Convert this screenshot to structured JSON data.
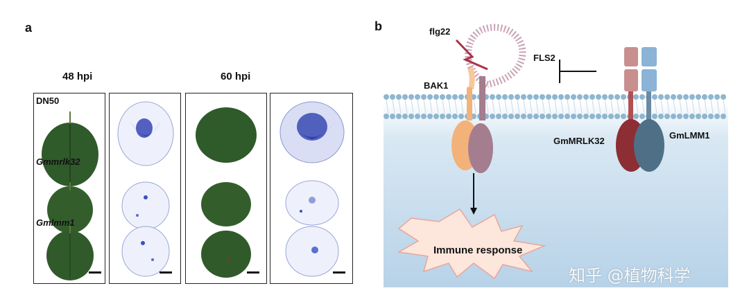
{
  "panel_a": {
    "letter": "a",
    "time_labels": [
      "48 hpi",
      "60 hpi"
    ],
    "genotype_labels": [
      "DN50",
      "Gmmrlk32",
      "Gmlmm1"
    ]
  },
  "panel_b": {
    "letter": "b",
    "labels": {
      "flg22": "flg22",
      "fls2": "FLS2",
      "bak1": "BAK1",
      "gmmrlk32": "GmMRLK32",
      "gmlmm1": "GmLMM1",
      "immune": "Immune response"
    }
  },
  "watermark": "知乎 @植物科学",
  "colors": {
    "leaf_green": "#2f5a2a",
    "stain_blue": "#3a4fc4",
    "membrane_bead": "#8fb6cf",
    "bak1_orange": "#f2b27a",
    "fls2_mauve": "#a47d8e",
    "mrlk_red": "#8c2e34",
    "lmm1_blue": "#4e6f85"
  }
}
